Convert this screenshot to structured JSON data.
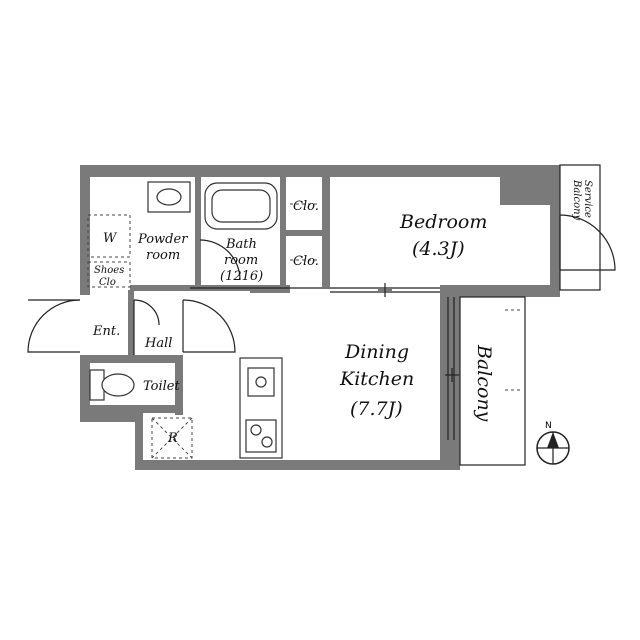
{
  "rooms": {
    "bedroom": {
      "name": "Bedroom",
      "size": "(4.3J)"
    },
    "dining": {
      "line1": "Dining",
      "line2": "Kitchen",
      "size": "(7.7J)"
    },
    "powder": {
      "line1": "Powder",
      "line2": "room"
    },
    "bath": {
      "line1": "Bath",
      "line2": "room",
      "size": "(1216)"
    },
    "closet_top": "Clo.",
    "closet_bottom": "Clo.",
    "shoes": {
      "line1": "Shoes",
      "line2": "Clo"
    },
    "entrance": "Ent.",
    "hall": "Hall",
    "toilet": "Toilet",
    "balcony": "Balcony",
    "service_balcony": {
      "line1": "Service",
      "line2": "Balcony"
    },
    "washer": "W",
    "refrigerator": "R"
  },
  "compass": {
    "north": "N"
  }
}
